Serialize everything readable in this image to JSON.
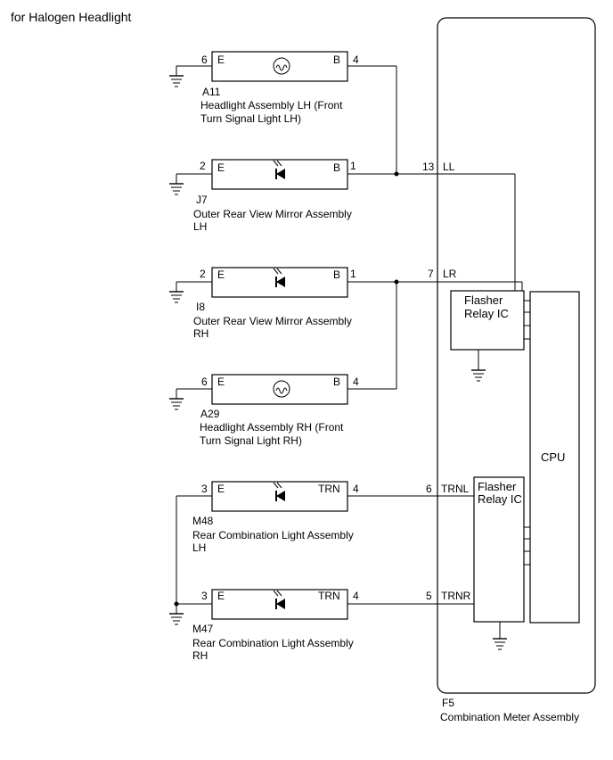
{
  "title": "for Halogen Headlight",
  "components": [
    {
      "code": "A11",
      "name_lines": [
        "Headlight Assembly LH (Front",
        "Turn Signal Light LH)"
      ],
      "left_pin": "6",
      "right_pin": "4",
      "left_terminal": "E",
      "right_terminal": "B",
      "symbol": "lamp-icon"
    },
    {
      "code": "J7",
      "name_lines": [
        "Outer Rear View Mirror Assembly",
        "LH"
      ],
      "left_pin": "2",
      "right_pin": "1",
      "left_terminal": "E",
      "right_terminal": "B",
      "symbol": "led-icon"
    },
    {
      "code": "I8",
      "name_lines": [
        "Outer Rear View Mirror Assembly",
        "RH"
      ],
      "left_pin": "2",
      "right_pin": "1",
      "left_terminal": "E",
      "right_terminal": "B",
      "symbol": "led-icon"
    },
    {
      "code": "A29",
      "name_lines": [
        "Headlight Assembly RH (Front",
        "Turn Signal Light RH)"
      ],
      "left_pin": "6",
      "right_pin": "4",
      "left_terminal": "E",
      "right_terminal": "B",
      "symbol": "lamp-icon"
    },
    {
      "code": "M48",
      "name_lines": [
        "Rear Combination Light Assembly",
        "LH"
      ],
      "left_pin": "3",
      "right_pin": "4",
      "left_terminal": "E",
      "right_terminal": "TRN",
      "symbol": "led-icon"
    },
    {
      "code": "M47",
      "name_lines": [
        "Rear Combination Light Assembly",
        "RH"
      ],
      "left_pin": "3",
      "right_pin": "4",
      "left_terminal": "E",
      "right_terminal": "TRN",
      "symbol": "led-icon"
    }
  ],
  "meter": {
    "code": "F5",
    "name": "Combination Meter Assembly",
    "pins": [
      {
        "pin": "13",
        "terminal": "LL"
      },
      {
        "pin": "7",
        "terminal": "LR"
      },
      {
        "pin": "6",
        "terminal": "TRNL"
      },
      {
        "pin": "5",
        "terminal": "TRNR"
      }
    ],
    "flasher_upper_lines": [
      "Flasher",
      "Relay IC"
    ],
    "flasher_lower_lines": [
      "Flasher",
      "Relay IC"
    ],
    "cpu_label": "CPU"
  }
}
